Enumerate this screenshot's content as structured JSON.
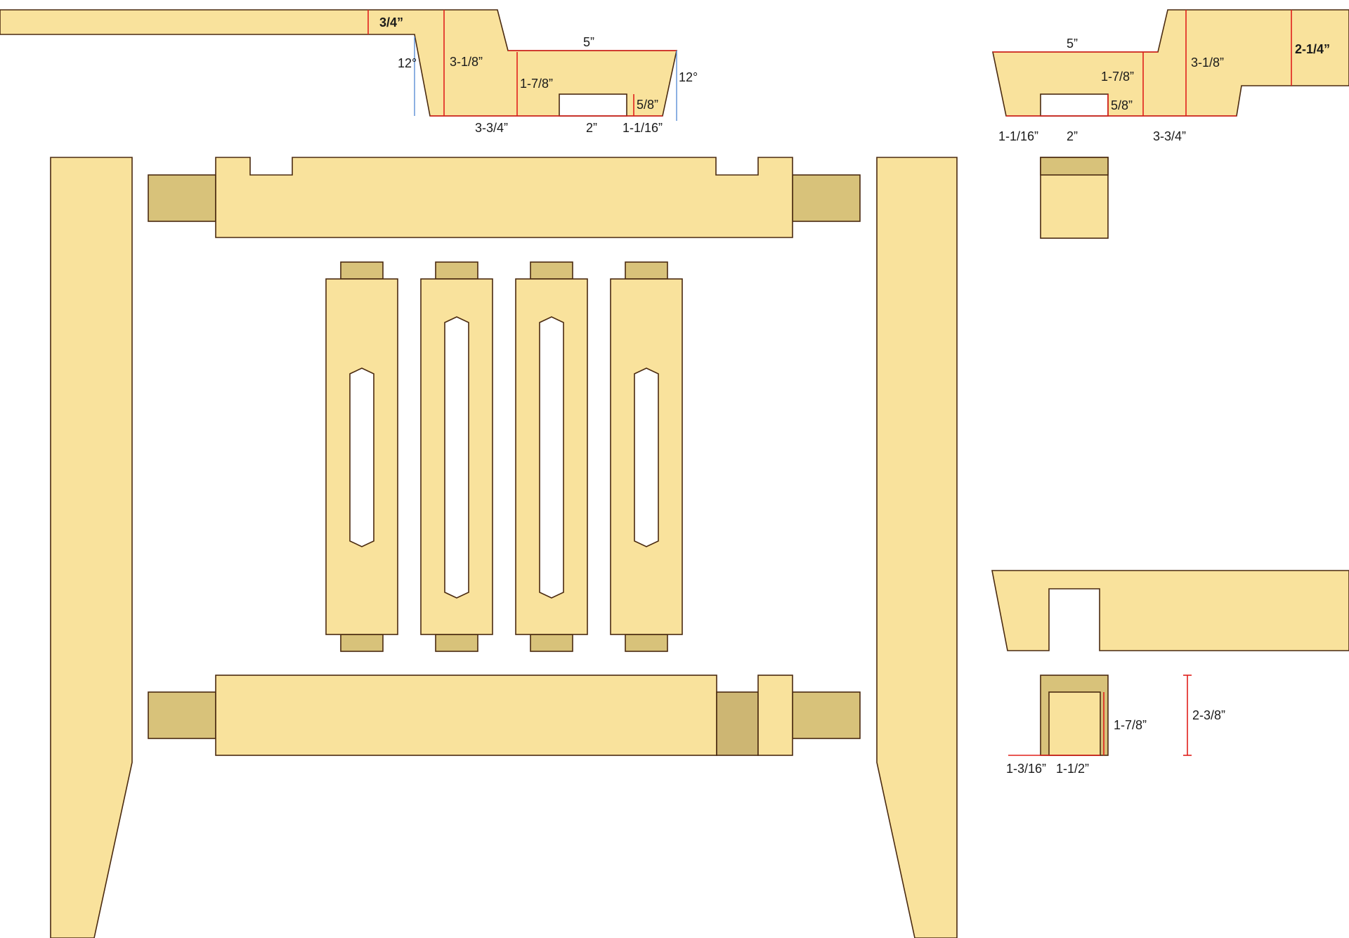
{
  "top_left_profile": {
    "thickness": "3/4”",
    "angle_left": "12°",
    "height": "3-1/8”",
    "inner_height": "1-7/8”",
    "width": "5”",
    "angle_right": "12°",
    "slot_height": "5/8”",
    "bottom_left": "3-3/4”",
    "slot_width": "2”",
    "bottom_right": "1-1/16”"
  },
  "top_right_profile": {
    "width": "5”",
    "inner_height": "1-7/8”",
    "height": "3-1/8”",
    "thickness": "2-1/4”",
    "slot_height": "5/8”",
    "bottom_left": "1-1/16”",
    "slot_width": "2”",
    "bottom_right": "3-3/4”"
  },
  "end_detail": {
    "height_inner": "1-7/8”",
    "height_outer": "2-3/8”",
    "offset": "1-3/16”",
    "width": "1-1/2”"
  },
  "colors": {
    "wood": "#f9e29c",
    "tenon": "#d8c27a",
    "outline": "#4a2a10",
    "dimension": "#e0201c",
    "angle_line": "#5b8fd6"
  }
}
